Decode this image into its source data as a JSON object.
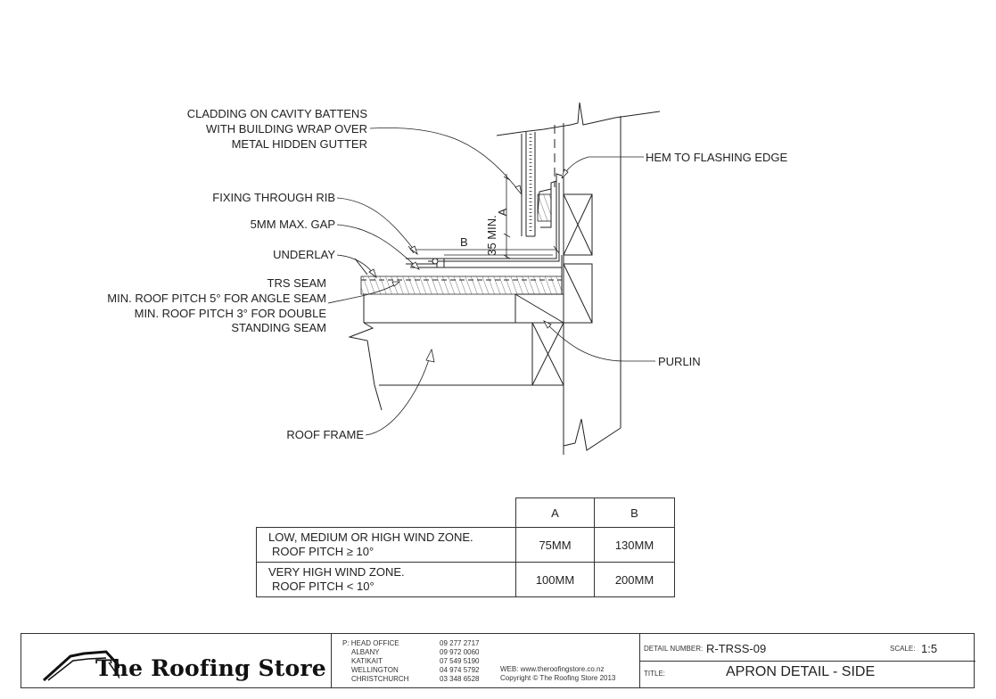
{
  "labels": {
    "cladding_l1": "CLADDING ON CAVITY BATTENS",
    "cladding_l2": "WITH BUILDING WRAP OVER",
    "cladding_l3": "METAL HIDDEN GUTTER",
    "hem": "HEM TO FLASHING EDGE",
    "fixing": "FIXING THROUGH RIB",
    "gap": "5MM MAX. GAP",
    "underlay": "UNDERLAY",
    "trs_l1": "TRS SEAM",
    "trs_l2": "MIN. ROOF PITCH 5° FOR ANGLE SEAM",
    "trs_l3": "MIN. ROOF PITCH 3° FOR DOUBLE",
    "trs_l4": "STANDING SEAM",
    "purlin": "PURLIN",
    "roof_frame": "ROOF FRAME",
    "dim_b": "B",
    "dim_a": "A",
    "dim_35": "35 MIN."
  },
  "table": {
    "headers": [
      "A",
      "B"
    ],
    "rows": [
      {
        "cond_l1": "LOW, MEDIUM OR HIGH WIND ZONE.",
        "cond_l2": "ROOF PITCH ≥ 10°",
        "a": "75MM",
        "b": "130MM"
      },
      {
        "cond_l1": "VERY HIGH WIND ZONE.",
        "cond_l2": "ROOF PITCH < 10°",
        "a": "100MM",
        "b": "200MM"
      }
    ]
  },
  "title_block": {
    "brand": "The Roofing Store",
    "offices": [
      "P: HEAD OFFICE",
      "ALBANY",
      "KATIKAIT",
      "WELLINGTON",
      "CHRISTCHURCH"
    ],
    "phones": [
      "09 277 2717",
      "09 972 0060",
      "07 549 5190",
      "04 974 5792",
      "03 348 6528"
    ],
    "web": "WEB: www.theroofingstore.co.nz",
    "copyright": "Copyright © The Roofing Store 2013",
    "detail_number_label": "DETAIL NUMBER:",
    "detail_number": "R-TRSS-09",
    "scale_label": "SCALE:",
    "scale": "1:5",
    "title_label": "TITLE:",
    "title": "APRON DETAIL - SIDE"
  }
}
